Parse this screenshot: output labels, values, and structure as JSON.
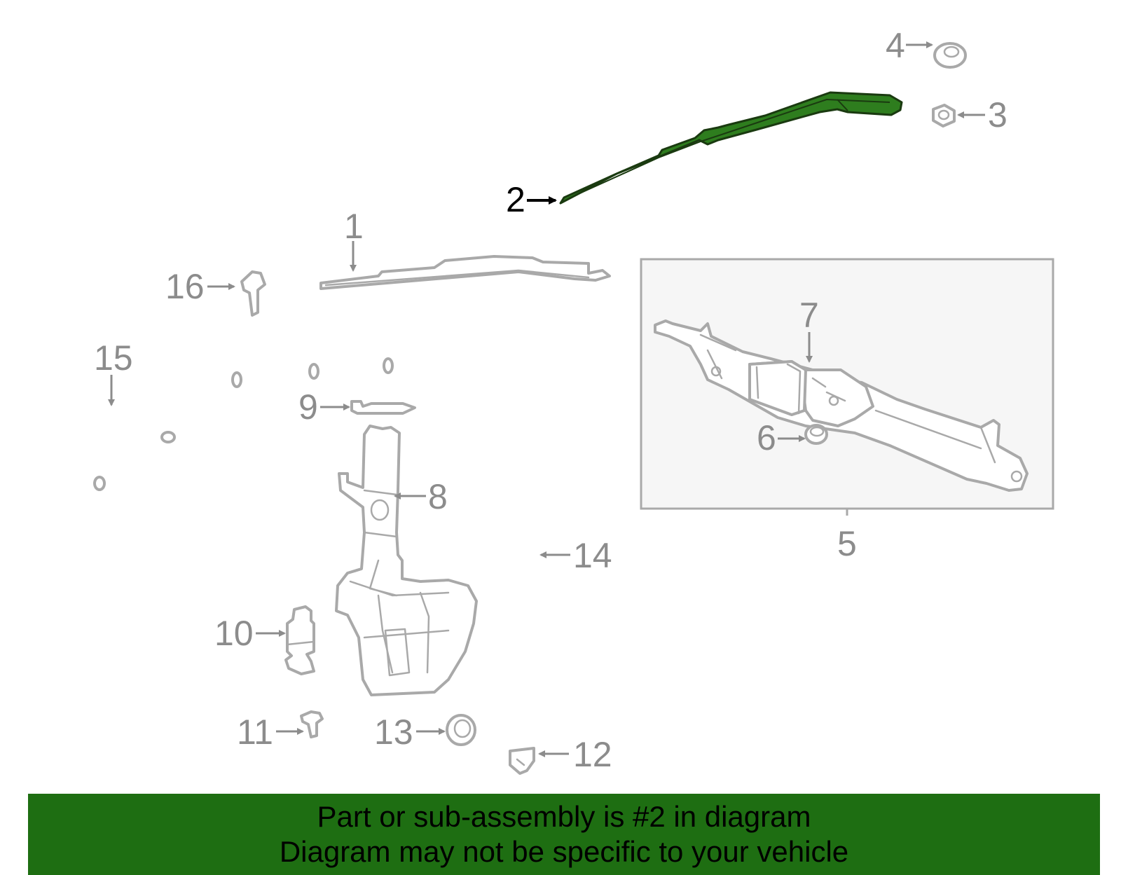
{
  "colors": {
    "highlight": "#2e7d1e",
    "highlight_outline": "#1a3a10",
    "gray_part": "#a9a9a9",
    "gray_text": "#8c8c8c",
    "banner_bg": "#1e6e12",
    "inset_bg": "#f6f6f6",
    "inset_border": "#a9a9a9"
  },
  "highlighted_part": "2",
  "callouts": {
    "c1": "1",
    "c2": "2",
    "c3": "3",
    "c4": "4",
    "c5": "5",
    "c6": "6",
    "c7": "7",
    "c8": "8",
    "c9": "9",
    "c10": "10",
    "c11": "11",
    "c12": "12",
    "c13": "13",
    "c14": "14",
    "c15": "15",
    "c16": "16"
  },
  "banner": {
    "line1": "Part or sub-assembly is #2 in diagram",
    "line2": "Diagram may not be specific to your vehicle"
  }
}
